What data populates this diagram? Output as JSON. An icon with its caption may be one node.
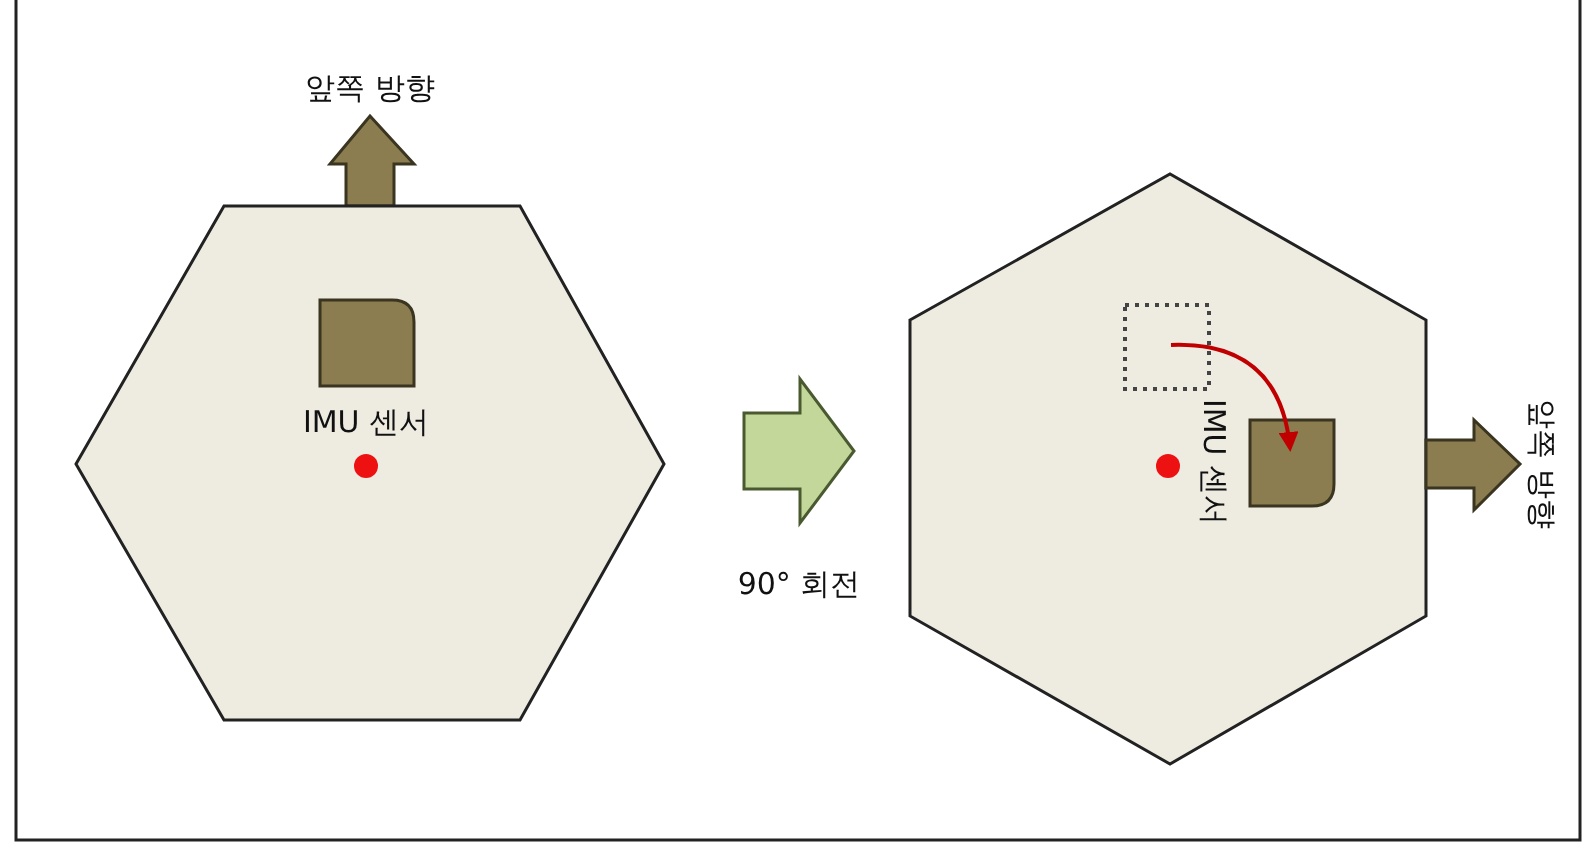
{
  "diagram": {
    "nodes": [
      {
        "text": [
          "앞쪽 방향"
        ]
      },
      {
        "text": [],
        "shape": "hexagon"
      },
      {
        "text": [
          "IMU 센서"
        ],
        "in": 1
      },
      {
        "text": [],
        "shape": "hexagon"
      },
      {
        "text": [],
        "shape": "box",
        "in": 3
      },
      {
        "text": [
          "IMU 센서"
        ],
        "in": 3
      },
      {
        "text": [
          "앞쪽 방향"
        ]
      }
    ],
    "edges": [
      {
        "from": 1,
        "to": 3,
        "arrow": "to",
        "label": "90° 회전",
        "style": "thick",
        "color": "#c4d79b"
      },
      {
        "from": 4,
        "to": 5,
        "arrow": "to",
        "color": "#c00000"
      }
    ]
  }
}
